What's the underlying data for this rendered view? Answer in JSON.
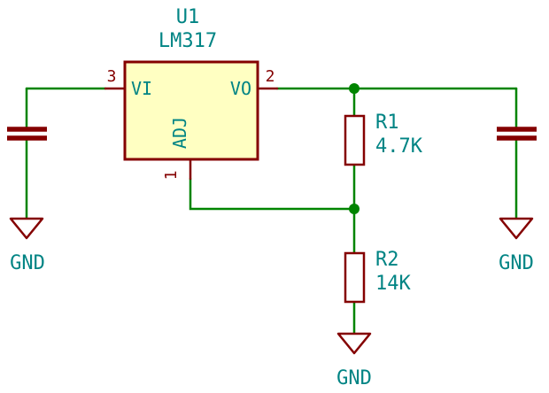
{
  "colors": {
    "wire": "#008400",
    "outline": "#840000",
    "component_fill": "#ffffc2",
    "label": "#008484",
    "background": "#ffffff"
  },
  "components": {
    "u1": {
      "reference": "U1",
      "value": "LM317",
      "pins": {
        "vi": {
          "name": "VI",
          "number": "3"
        },
        "vo": {
          "name": "VO",
          "number": "2"
        },
        "adj": {
          "name": "ADJ",
          "number": "1"
        }
      }
    },
    "r1": {
      "reference": "R1",
      "value": "4.7K"
    },
    "r2": {
      "reference": "R2",
      "value": "14K"
    },
    "gnd_left": {
      "label": "GND"
    },
    "gnd_middle": {
      "label": "GND"
    },
    "gnd_right": {
      "label": "GND"
    }
  }
}
